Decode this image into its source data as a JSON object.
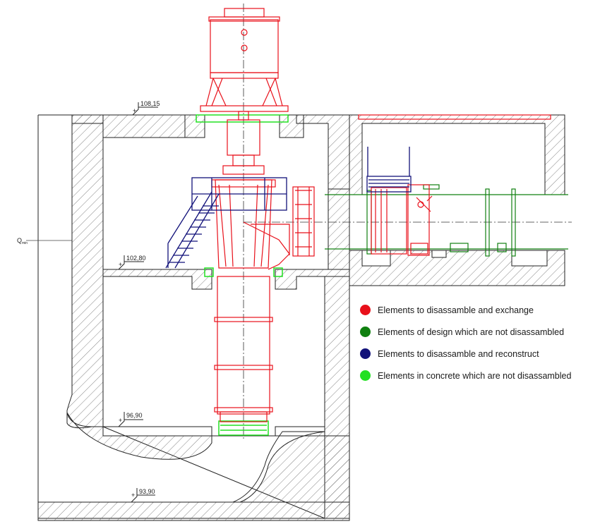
{
  "elevations": {
    "top": "108,15",
    "upper_floor": "102,80",
    "lower_floor": "96,90",
    "bottom": "93,90"
  },
  "water_level_label": "Q",
  "water_level_subscript": "min",
  "colors": {
    "exchange": "#e8101a",
    "design_fixed": "#108010",
    "reconstruct": "#12127a",
    "concrete_fixed": "#22e022",
    "concrete_line": "#222222",
    "hatch": "#555555"
  },
  "legend": [
    {
      "label": "Elements to disassamble and exchange",
      "color": "#e8101a"
    },
    {
      "label": "Elements of design which  are not disassambled",
      "color": "#108010"
    },
    {
      "label": "Elements to disassamble and reconstruct",
      "color": "#12127a"
    },
    {
      "label": "Elements in concrete which are not disassambled",
      "color": "#22e022"
    }
  ]
}
